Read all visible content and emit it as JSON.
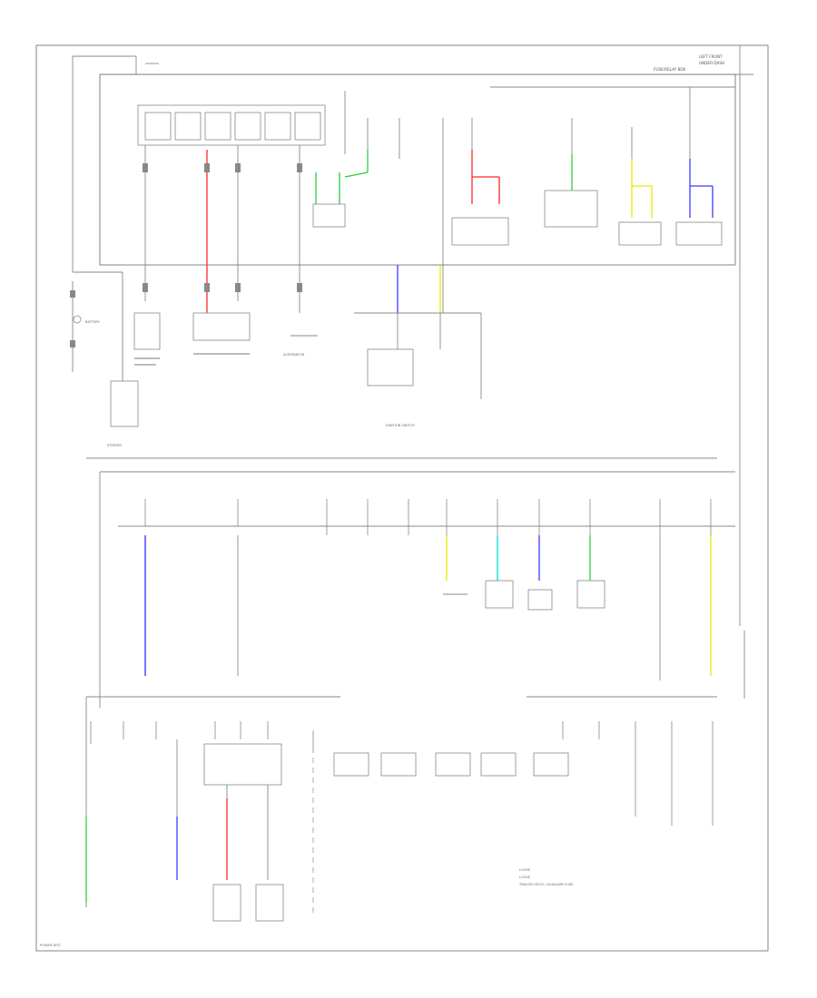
{
  "diagram": {
    "title_top_right": [
      "LEFT FRONT",
      "UNDER-DASH",
      "FUSE/RELAY BOX"
    ],
    "labels": {
      "battery": "BATTERY",
      "starter": "STARTER",
      "alternator": "ALTERNATOR",
      "ignition_switch": "IGNITION SWITCH",
      "legend": [
        "LOOSE",
        "LOOSE",
        "TRAILER HITCH / AUXILIARY FUSE"
      ],
      "footer": "POWER DIST."
    },
    "wire_colors": {
      "red": "#ff2a2a",
      "green": "#2ecc40",
      "blue": "#3b3bff",
      "yellow": "#e8e800",
      "cyan": "#00d8d8",
      "gray": "#888888",
      "frame": "#777777"
    }
  }
}
